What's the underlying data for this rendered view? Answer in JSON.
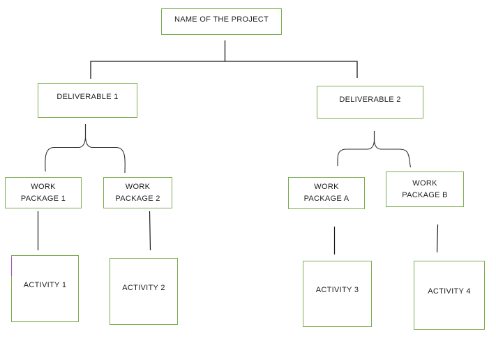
{
  "diagram": {
    "type": "work-breakdown-structure",
    "nodes": {
      "project": {
        "label": "NAME OF THE PROJECT"
      },
      "deliverable1": {
        "label": "DELIVERABLE 1"
      },
      "deliverable2": {
        "label": "DELIVERABLE 2"
      },
      "work_package_1": {
        "lines": [
          "WORK",
          "PACKAGE 1"
        ]
      },
      "work_package_2": {
        "lines": [
          "WORK",
          "PACKAGE 2"
        ]
      },
      "work_package_a": {
        "lines": [
          "WORK",
          "PACKAGE A"
        ]
      },
      "work_package_b": {
        "lines": [
          "WORK",
          "PACKAGE B"
        ]
      },
      "activity1": {
        "label": "ACTIVITY 1"
      },
      "activity2": {
        "label": "ACTIVITY 2"
      },
      "activity3": {
        "label": "ACTIVITY 3"
      },
      "activity4": {
        "label": "ACTIVITY 4"
      }
    },
    "hierarchy": {
      "project": [
        "deliverable1",
        "deliverable2"
      ],
      "deliverable1": [
        "work_package_1",
        "work_package_2"
      ],
      "deliverable2": [
        "work_package_a",
        "work_package_b"
      ],
      "work_package_1": [
        "activity1"
      ],
      "work_package_2": [
        "activity2"
      ],
      "work_package_a": [
        "activity3"
      ],
      "work_package_b": [
        "activity4"
      ]
    },
    "colors": {
      "box_border": "#7CAE52",
      "connector_line": "#1A1A1A",
      "brace_line": "#2E2E2E",
      "artifact_mark": "#A05FB5",
      "text": "#1C1C1C",
      "background": "#FFFFFF"
    }
  }
}
